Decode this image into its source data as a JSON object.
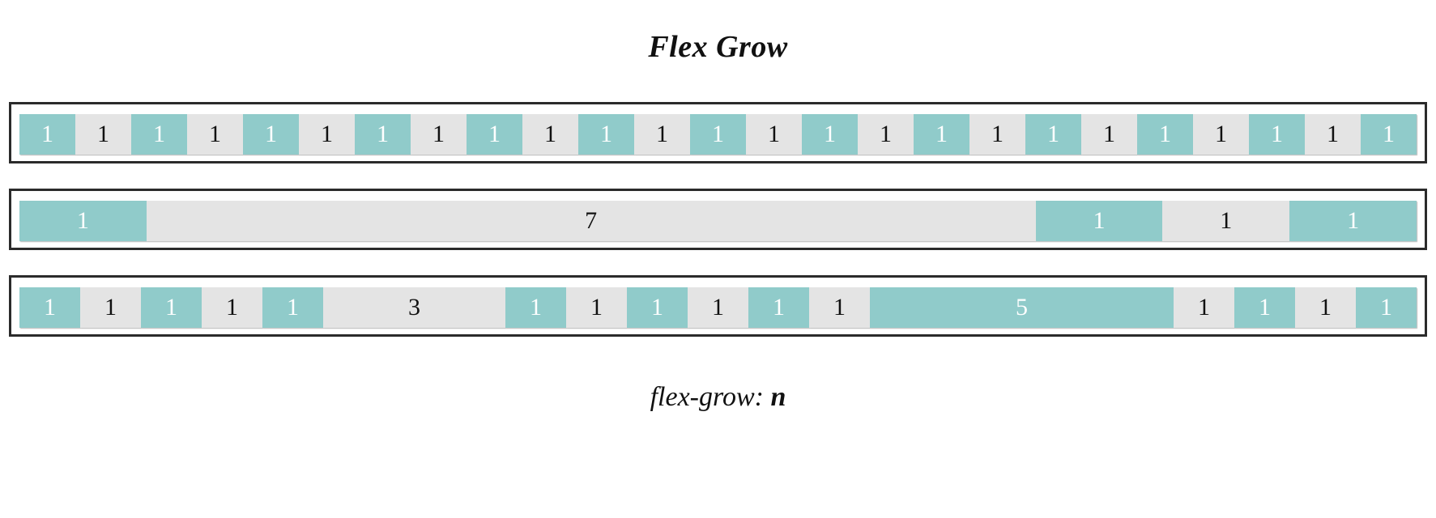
{
  "title": "Flex Grow",
  "caption": {
    "property": "flex-grow:",
    "value": "n"
  },
  "colors": {
    "accent_teal": "#90cbca",
    "item_grey": "#e4e4e4",
    "container_border": "#2b2b2b",
    "text_dark": "#111111",
    "text_light": "#ffffff",
    "background": "#ffffff"
  },
  "rows": [
    {
      "name": "row-all-ones",
      "items": [
        {
          "label": "1",
          "grow": 1,
          "color": "teal"
        },
        {
          "label": "1",
          "grow": 1,
          "color": "grey"
        },
        {
          "label": "1",
          "grow": 1,
          "color": "teal"
        },
        {
          "label": "1",
          "grow": 1,
          "color": "grey"
        },
        {
          "label": "1",
          "grow": 1,
          "color": "teal"
        },
        {
          "label": "1",
          "grow": 1,
          "color": "grey"
        },
        {
          "label": "1",
          "grow": 1,
          "color": "teal"
        },
        {
          "label": "1",
          "grow": 1,
          "color": "grey"
        },
        {
          "label": "1",
          "grow": 1,
          "color": "teal"
        },
        {
          "label": "1",
          "grow": 1,
          "color": "grey"
        },
        {
          "label": "1",
          "grow": 1,
          "color": "teal"
        },
        {
          "label": "1",
          "grow": 1,
          "color": "grey"
        },
        {
          "label": "1",
          "grow": 1,
          "color": "teal"
        },
        {
          "label": "1",
          "grow": 1,
          "color": "grey"
        },
        {
          "label": "1",
          "grow": 1,
          "color": "teal"
        },
        {
          "label": "1",
          "grow": 1,
          "color": "grey"
        },
        {
          "label": "1",
          "grow": 1,
          "color": "teal"
        },
        {
          "label": "1",
          "grow": 1,
          "color": "grey"
        },
        {
          "label": "1",
          "grow": 1,
          "color": "teal"
        },
        {
          "label": "1",
          "grow": 1,
          "color": "grey"
        },
        {
          "label": "1",
          "grow": 1,
          "color": "teal"
        },
        {
          "label": "1",
          "grow": 1,
          "color": "grey"
        },
        {
          "label": "1",
          "grow": 1,
          "color": "teal"
        },
        {
          "label": "1",
          "grow": 1,
          "color": "grey"
        },
        {
          "label": "1",
          "grow": 1,
          "color": "teal"
        }
      ]
    },
    {
      "name": "row-one-large-seven",
      "items": [
        {
          "label": "1",
          "grow": 1,
          "color": "teal"
        },
        {
          "label": "7",
          "grow": 7,
          "color": "grey"
        },
        {
          "label": "1",
          "grow": 1,
          "color": "teal"
        },
        {
          "label": "1",
          "grow": 1,
          "color": "grey"
        },
        {
          "label": "1",
          "grow": 1,
          "color": "teal"
        }
      ]
    },
    {
      "name": "row-mixed-three-five",
      "items": [
        {
          "label": "1",
          "grow": 1,
          "color": "teal"
        },
        {
          "label": "1",
          "grow": 1,
          "color": "grey"
        },
        {
          "label": "1",
          "grow": 1,
          "color": "teal"
        },
        {
          "label": "1",
          "grow": 1,
          "color": "grey"
        },
        {
          "label": "1",
          "grow": 1,
          "color": "teal"
        },
        {
          "label": "3",
          "grow": 3,
          "color": "grey"
        },
        {
          "label": "1",
          "grow": 1,
          "color": "teal"
        },
        {
          "label": "1",
          "grow": 1,
          "color": "grey"
        },
        {
          "label": "1",
          "grow": 1,
          "color": "teal"
        },
        {
          "label": "1",
          "grow": 1,
          "color": "grey"
        },
        {
          "label": "1",
          "grow": 1,
          "color": "teal"
        },
        {
          "label": "1",
          "grow": 1,
          "color": "grey"
        },
        {
          "label": "5",
          "grow": 5,
          "color": "teal"
        },
        {
          "label": "1",
          "grow": 1,
          "color": "grey"
        },
        {
          "label": "1",
          "grow": 1,
          "color": "teal"
        },
        {
          "label": "1",
          "grow": 1,
          "color": "grey"
        },
        {
          "label": "1",
          "grow": 1,
          "color": "teal"
        }
      ]
    }
  ]
}
